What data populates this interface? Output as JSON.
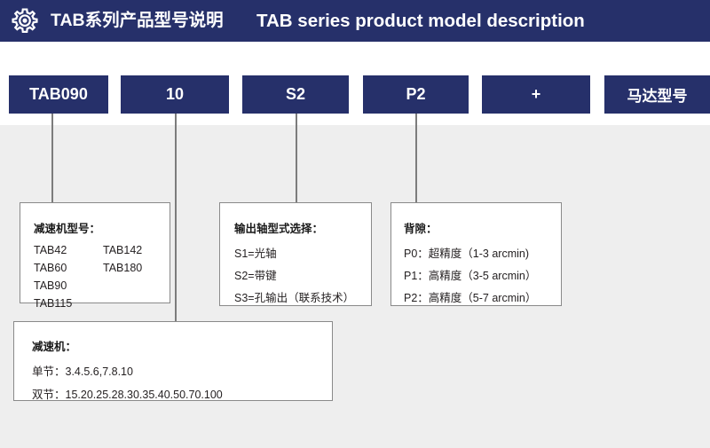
{
  "header": {
    "icon": "gear-icon",
    "title_cn": "TAB系列产品型号说明",
    "title_en": "TAB series product model description",
    "background_color": "#26306a",
    "text_color": "#ffffff"
  },
  "theme": {
    "accent": "#26306a",
    "canvas": "#eeeeee",
    "line": "#7c7c7c",
    "box_border": "#8a8a8a",
    "box_fill": "#ffffff",
    "body_text": "#231f20"
  },
  "code_boxes": [
    {
      "label": "TAB090",
      "has_connector": true
    },
    {
      "label": "10",
      "has_connector": true
    },
    {
      "label": "S2",
      "has_connector": true
    },
    {
      "label": "P2",
      "has_connector": true
    },
    {
      "label": "+",
      "has_connector": false
    },
    {
      "label": "马达型号",
      "has_connector": false
    }
  ],
  "descriptions": {
    "models": {
      "title": "减速机型号：",
      "column_left": [
        "TAB42",
        "TAB60",
        "TAB90",
        "TAB115"
      ],
      "column_right": [
        "TAB142",
        "TAB180",
        "",
        ""
      ]
    },
    "shaft": {
      "title": "输出轴型式选择：",
      "lines": [
        "S1=光轴",
        "S2=带键",
        "S3=孔输出（联系技术）"
      ]
    },
    "backlash": {
      "title": "背隙：",
      "lines": [
        "P0：超精度（1-3 arcmin)",
        "P1：高精度（3-5 arcmin）",
        "P2：高精度（5-7 arcmin）"
      ]
    },
    "ratio": {
      "title": "减速机：",
      "lines": [
        "单节：3.4.5.6,7.8.10",
        "双节：15.20.25.28.30.35.40.50.70.100"
      ]
    }
  }
}
